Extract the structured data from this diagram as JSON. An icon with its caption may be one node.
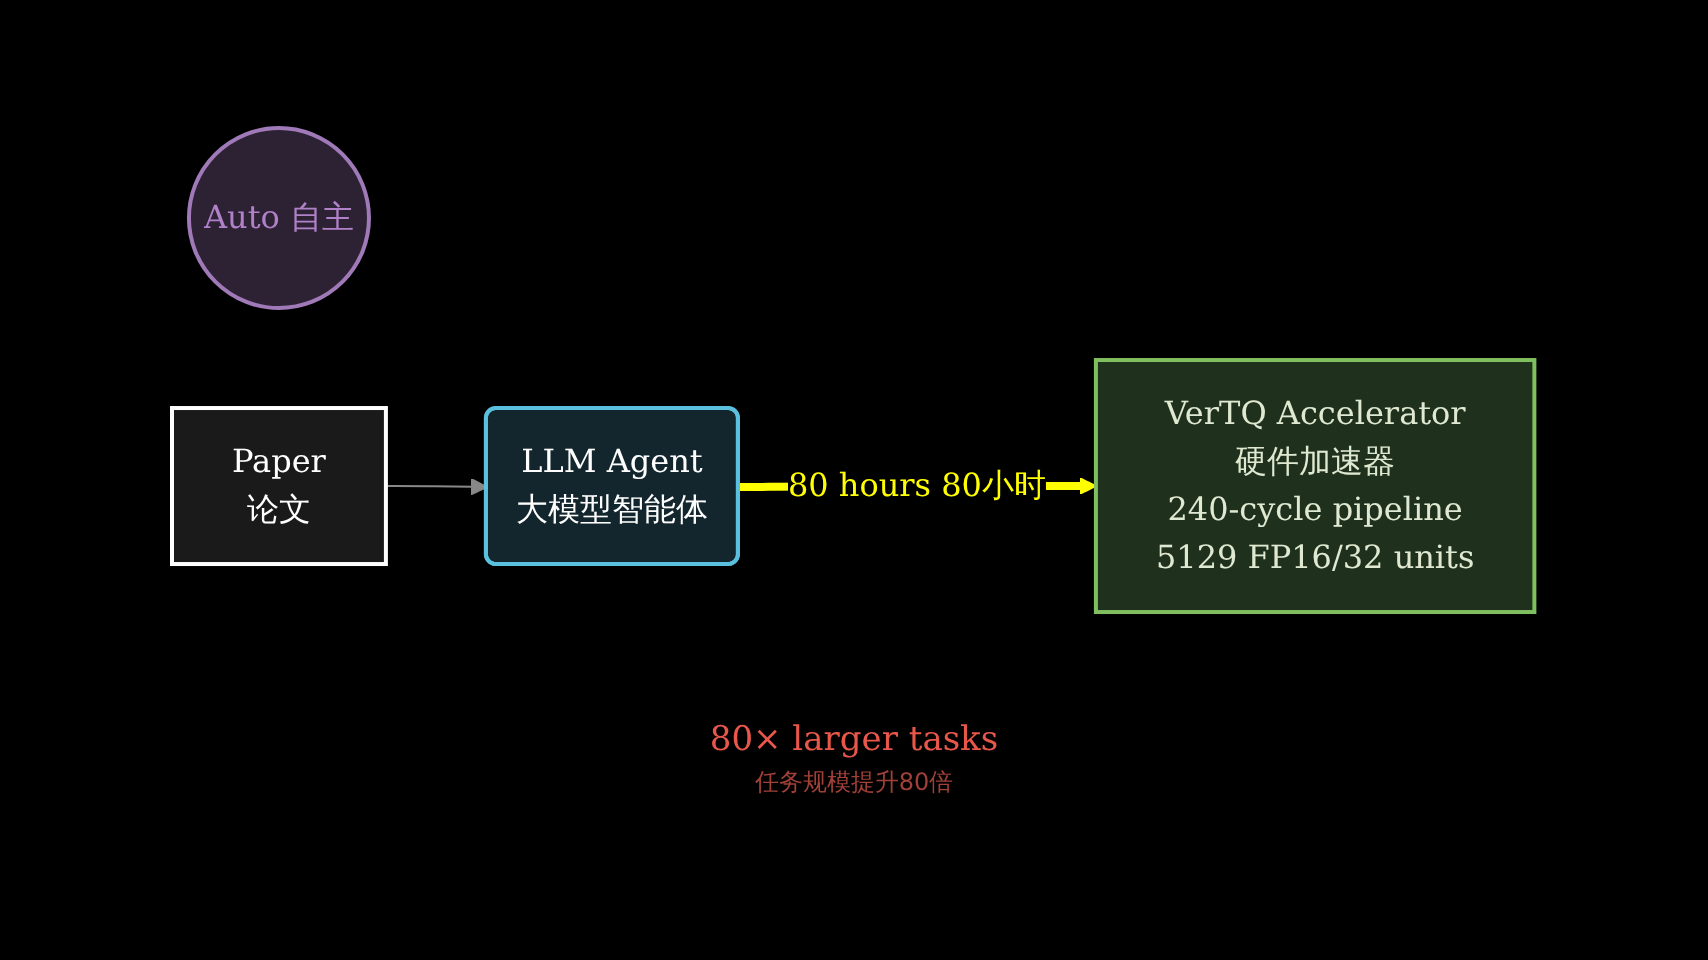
{
  "diagram": {
    "nodes": [
      {
        "text": [
          "LLM Agent",
          "大模型智能体"
        ]
      },
      {
        "text": [
          "VerTQ Accelerator",
          "硬件加速器",
          "240-cycle pipeline",
          "5129 FP16/32 units"
        ]
      },
      {
        "text": [
          "Auto 自主"
        ]
      },
      {
        "text": [
          "Paper",
          "论文"
        ]
      }
    ],
    "edges": [
      {
        "from": 3,
        "to": 0,
        "arrow": "to"
      },
      {
        "from": 0,
        "to": 1,
        "arrow": "to",
        "label": "80 hours 80小时",
        "style": "thick",
        "color": "#ffff00"
      }
    ],
    "labels": [
      "80× larger tasks",
      "任务规模提升80倍"
    ]
  }
}
